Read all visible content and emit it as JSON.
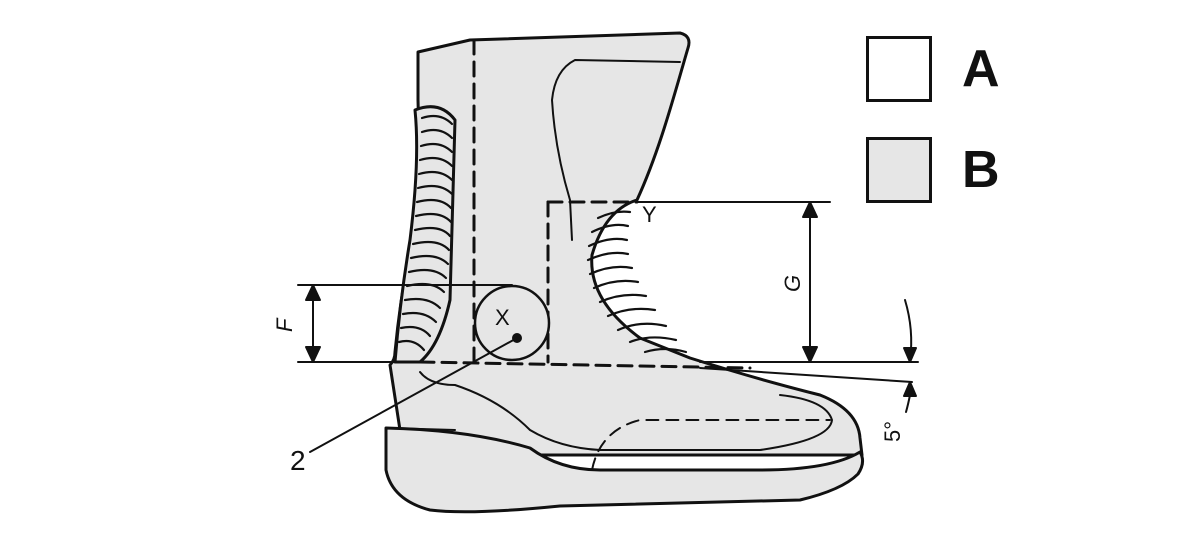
{
  "colors": {
    "outline": "#111111",
    "fill_b": "#e6e6e6",
    "fill_a": "#ffffff"
  },
  "legend": [
    {
      "key": "A",
      "meaning_fill": "white"
    },
    {
      "key": "B",
      "meaning_fill": "grey"
    }
  ],
  "labels": {
    "point_x": "X",
    "point_y": "Y",
    "dim_f": "F",
    "dim_g": "G",
    "ref_2": "2",
    "angle": "5°"
  }
}
